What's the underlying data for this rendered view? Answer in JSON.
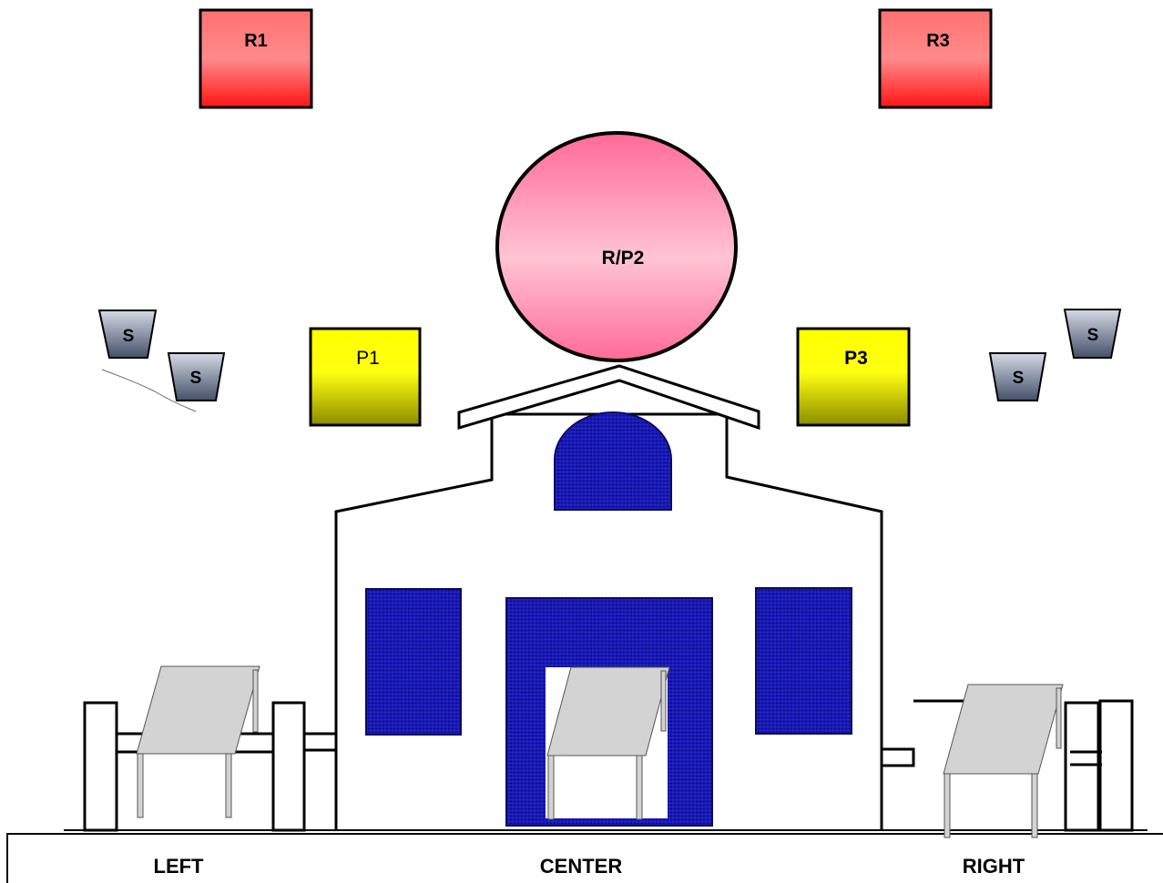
{
  "diagram": {
    "nodes": {
      "r1": {
        "label": "R1"
      },
      "r3": {
        "label": "R3"
      },
      "rp2": {
        "label": "R/P2"
      },
      "p1": {
        "label": "P1"
      },
      "p3": {
        "label": "P3"
      },
      "s": {
        "label": "S"
      }
    },
    "positions": {
      "left": "LEFT",
      "center": "CENTER",
      "right": "RIGHT"
    }
  },
  "colors": {
    "red_top": "#ff8080",
    "red_bottom": "#ff1a1a",
    "pink_top": "#ff6f9c",
    "pink_mid": "#ffc0d0",
    "yellow_top": "#ffff00",
    "yellow_bottom": "#9a9a00",
    "speaker_top": "#c8d0dc",
    "speaker_bottom": "#4d5a72",
    "window_blue": "#1616a8",
    "table_gray": "#d3d3d3"
  }
}
